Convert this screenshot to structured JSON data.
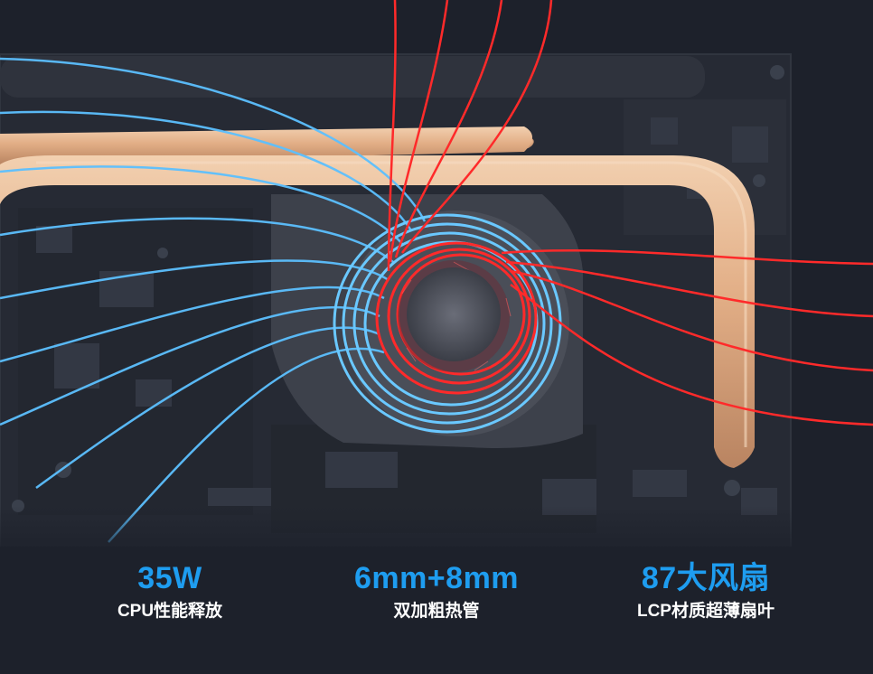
{
  "specs": [
    {
      "value": "35W",
      "label": "CPU性能释放"
    },
    {
      "value": "6mm+8mm",
      "label": "双加粗热管"
    },
    {
      "value": "87大风扇",
      "label": "LCP材质超薄扇叶"
    }
  ],
  "colors": {
    "background": "#1d212b",
    "accent_blue": "#1e9df0",
    "airflow_cool": "#5cc0ff",
    "airflow_hot": "#ff2a2a",
    "heatpipe": "#e7b892",
    "label_white": "#ffffff"
  }
}
